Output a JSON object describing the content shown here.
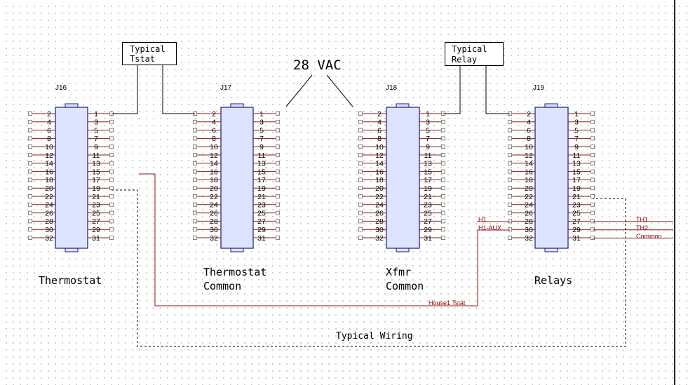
{
  "colors": {
    "wire": "#8b1a1a",
    "connector_body": "#dde4ff",
    "connector_border": "#1a1a7a",
    "line": "#000000",
    "grid_dot": "#c4c4c4"
  },
  "connectors": [
    {
      "ref": "J16",
      "name": "Thermostat"
    },
    {
      "ref": "J17",
      "name_line1": "Thermostat",
      "name_line2": "Common"
    },
    {
      "ref": "J18",
      "name_line1": "Xfmr",
      "name_line2": "Common"
    },
    {
      "ref": "J19",
      "name": "Relays"
    }
  ],
  "pins_left": [
    "2",
    "4",
    "6",
    "8",
    "10",
    "12",
    "14",
    "16",
    "18",
    "20",
    "22",
    "24",
    "26",
    "28",
    "30",
    "32"
  ],
  "pins_right": [
    "1",
    "3",
    "5",
    "7",
    "9",
    "11",
    "13",
    "15",
    "17",
    "19",
    "21",
    "23",
    "25",
    "27",
    "29",
    "31"
  ],
  "labels": {
    "typical_tstat_line1": "Typical",
    "typical_tstat_line2": "Tstat",
    "typical_relay_line1": "Typical",
    "typical_relay_line2": "Relay",
    "vac": "28 VAC",
    "typical_wiring": "Typical Wiring",
    "house1_tstat": "House1 Tstat",
    "h1": "H1",
    "h1_aux": "H1-AUX",
    "th1": "TH1",
    "th2": "TH2",
    "common": "Common"
  }
}
